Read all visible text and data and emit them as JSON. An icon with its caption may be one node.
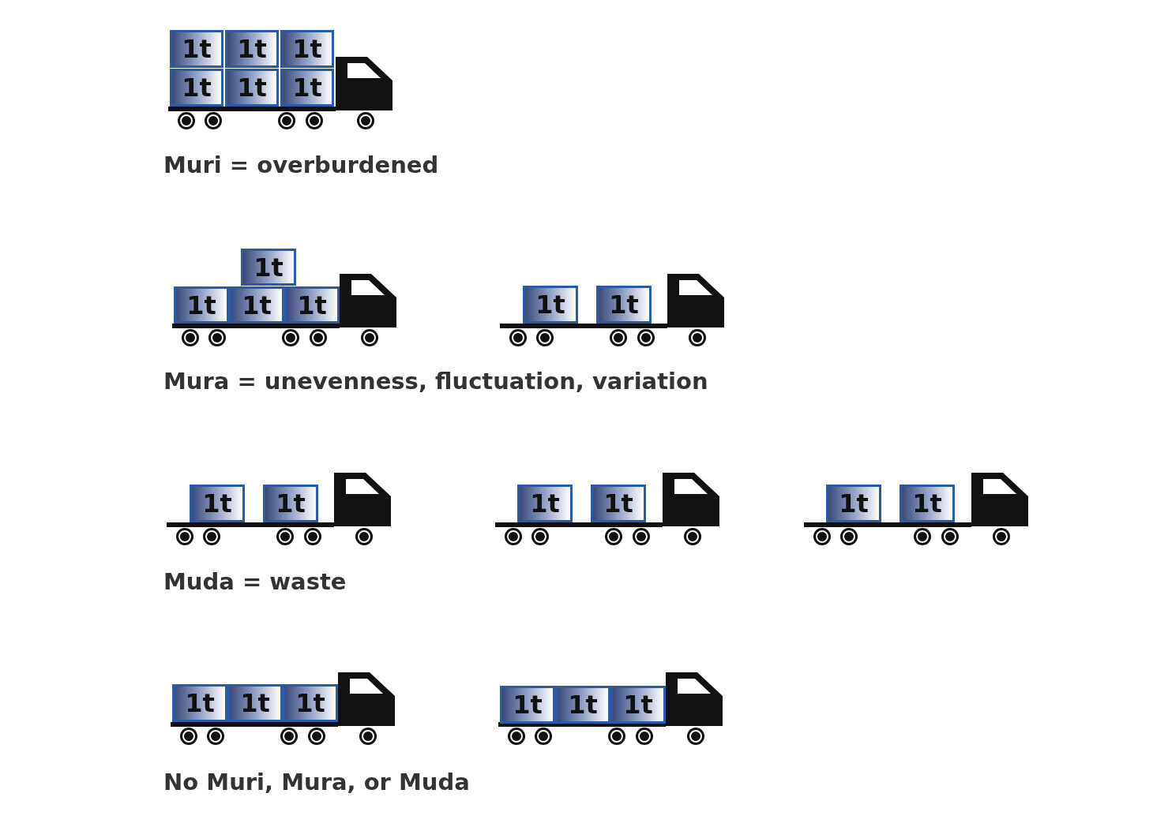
{
  "diagram": {
    "nodes": [
      {
        "text": [
          "1t"
        ]
      },
      {
        "text": [
          "1t"
        ]
      },
      {
        "text": [
          "1t"
        ]
      },
      {
        "text": [
          "1t"
        ]
      },
      {
        "text": [
          "1t"
        ]
      },
      {
        "text": [
          "1t"
        ]
      },
      {
        "text": [
          "1t"
        ]
      },
      {
        "text": [
          "1t"
        ]
      },
      {
        "text": [
          "1t"
        ]
      },
      {
        "text": [
          "1t"
        ]
      },
      {
        "text": [
          "1t"
        ]
      },
      {
        "text": [
          "1t"
        ]
      },
      {
        "text": [
          "1t"
        ]
      },
      {
        "text": [
          "1t"
        ]
      },
      {
        "text": [
          "1t"
        ]
      },
      {
        "text": [
          "1t"
        ]
      },
      {
        "text": [
          "1t"
        ]
      },
      {
        "text": [
          "1t"
        ]
      },
      {
        "text": [
          "1t"
        ]
      },
      {
        "text": [
          "1t"
        ]
      },
      {
        "text": [
          "1t"
        ]
      },
      {
        "text": [
          "1t"
        ]
      },
      {
        "text": [
          "1t"
        ]
      },
      {
        "text": [
          "1t"
        ]
      }
    ],
    "labels": [
      "Muri = overburdened",
      "Mura = unevenness, fluctuation, variation",
      "Muda = waste",
      "No Muri, Mura, or Muda"
    ]
  }
}
